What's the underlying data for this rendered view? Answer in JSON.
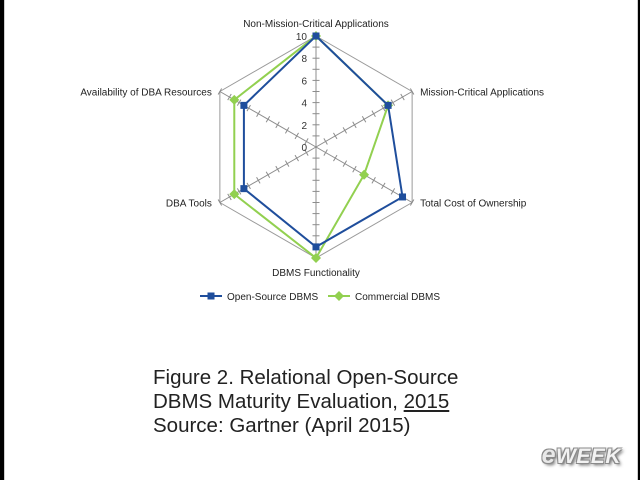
{
  "chart_data": {
    "type": "radar",
    "axes": [
      "Non-Mission-Critical Applications",
      "Mission-Critical Applications",
      "Total Cost of Ownership",
      "DBMS Functionality",
      "DBA Tools",
      "Availability of DBA Resources"
    ],
    "rlim": [
      0,
      10
    ],
    "ticks": [
      "0",
      "2",
      "4",
      "6",
      "8",
      "10"
    ],
    "tick_values": [
      0,
      2,
      4,
      6,
      8,
      10
    ],
    "grid": true,
    "legend_position": "bottom",
    "series": [
      {
        "name": "Open-Source DBMS",
        "color": "#1f4e9c",
        "marker": "square",
        "values": [
          10,
          7.5,
          9,
          9,
          7.5,
          7.5
        ]
      },
      {
        "name": "Commercial DBMS",
        "color": "#92d050",
        "marker": "diamond",
        "values": [
          10,
          7.5,
          5,
          10,
          8.5,
          8.5
        ]
      }
    ]
  },
  "caption": {
    "line1": "Figure 2. Relational Open-Source",
    "line2_text": "DBMS Maturity Evaluation,",
    "line2_year": "2015",
    "line3": "Source: Gartner (April 2015)"
  },
  "watermark": {
    "initial": "e",
    "rest": "WEEK"
  }
}
